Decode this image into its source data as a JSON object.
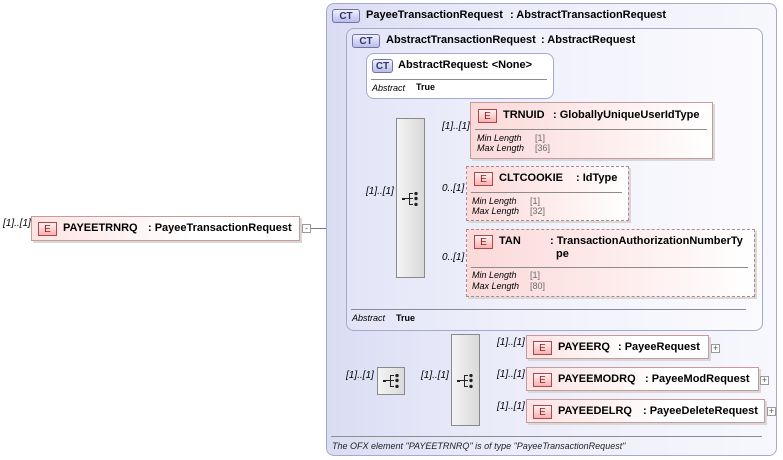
{
  "root_element": {
    "badge": "E",
    "name": "PAYEETRNRQ",
    "type": ": PayeeTransactionRequest",
    "cardinality": "[1]..[1]",
    "expander": "-"
  },
  "outer_type": {
    "badge": "CT",
    "name": "PayeeTransactionRequest",
    "base": ": AbstractTransactionRequest",
    "note": "The OFX element \"PAYEETRNRQ\" is of type \"PayeeTransactionRequest\""
  },
  "inner_type": {
    "badge": "CT",
    "name": "AbstractTransactionRequest",
    "base": ": AbstractRequest",
    "abstract_label": "Abstract",
    "abstract_value": "True",
    "sequence_cardinality": "[1]..[1]"
  },
  "base_type": {
    "badge": "CT",
    "name": "AbstractRequest",
    "base": ": <None>",
    "abstract_label": "Abstract",
    "abstract_value": "True"
  },
  "inner_elements": [
    {
      "badge": "E",
      "name": "TRNUID",
      "type": ": GloballyUniqueUserIdType",
      "cardinality": "[1]..[1]",
      "facets": [
        {
          "label": "Min Length",
          "value": "[1]"
        },
        {
          "label": "Max Length",
          "value": "[36]"
        }
      ]
    },
    {
      "badge": "E",
      "name": "CLTCOOKIE",
      "type": ": IdType",
      "cardinality": "0..[1]",
      "facets": [
        {
          "label": "Min Length",
          "value": "[1]"
        },
        {
          "label": "Max Length",
          "value": "[32]"
        }
      ]
    },
    {
      "badge": "E",
      "name": "TAN",
      "type": ": TransactionAuthorizationNumberTy",
      "type2": "pe",
      "cardinality": "0..[1]",
      "facets": [
        {
          "label": "Min Length",
          "value": "[1]"
        },
        {
          "label": "Max Length",
          "value": "[80]"
        }
      ]
    }
  ],
  "choice": {
    "outer_cardinality": "[1]..[1]",
    "inner_cardinality": "[1]..[1]",
    "elements": [
      {
        "badge": "E",
        "name": "PAYEERQ",
        "type": ": PayeeRequest",
        "cardinality": "[1]..[1]",
        "expander": "+"
      },
      {
        "badge": "E",
        "name": "PAYEEMODRQ",
        "type": ": PayeeModRequest",
        "cardinality": "[1]..[1]",
        "expander": "+"
      },
      {
        "badge": "E",
        "name": "PAYEEDELRQ",
        "type": ": PayeeDeleteRequest",
        "cardinality": "[1]..[1]",
        "expander": "+"
      }
    ]
  },
  "colors": {
    "complex_type_fill": "#e3e4f7",
    "complex_type_border": "#a6a9cf",
    "element_fill": "#fbd9d9",
    "element_border": "#c99a9a"
  },
  "icons": {
    "compositor": "sequence-icon",
    "complex_type": "complex-type-icon",
    "element": "element-icon"
  }
}
